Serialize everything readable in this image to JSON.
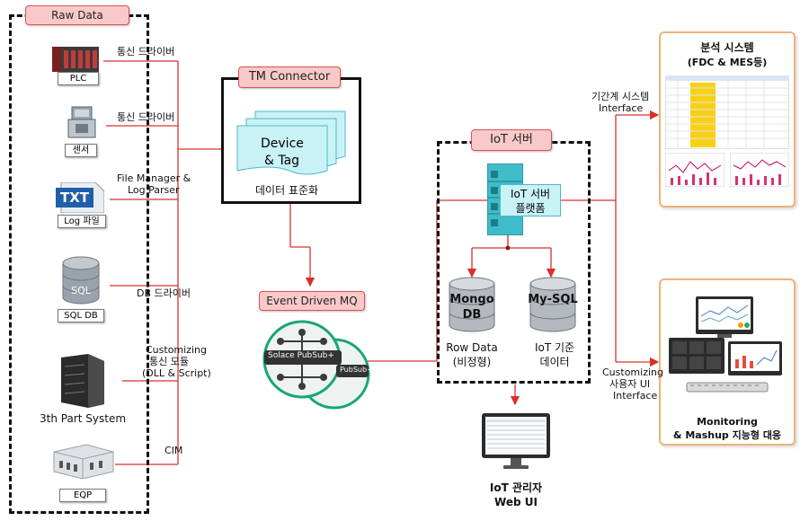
{
  "raw_data": {
    "title": "Raw Data",
    "sources": [
      {
        "label": "PLC",
        "link": "통신 드라이버"
      },
      {
        "label": "센서",
        "link": "통신 드라이버"
      },
      {
        "label": "Log 파일",
        "link_line1": "File Manager &",
        "link_line2": "Log Parser",
        "icon_text": "TXT"
      },
      {
        "label": "SQL DB",
        "link": "DB 드라이버",
        "icon_text": "SQL"
      },
      {
        "label": "3th Part System",
        "link_line1": "Customizing",
        "link_line2": "통신 모듈",
        "link_line3": "(DLL & Script)"
      },
      {
        "label": "EQP",
        "link": "CIM"
      }
    ]
  },
  "tm_connector": {
    "title": "TM Connector",
    "doc_line1": "Device",
    "doc_line2": "& Tag",
    "caption": "데이터 표준화"
  },
  "event_mq": {
    "title": "Event Driven MQ",
    "badge_front": "Solace PubSub+",
    "badge_back": "PubSub+"
  },
  "iot_server": {
    "title": "IoT 서버",
    "platform_line1": "IoT 서버",
    "platform_line2": "플랫폼",
    "db1_line1": "Mongo",
    "db1_line2": "DB",
    "db2": "My-SQL",
    "caption1_line1": "Row Data",
    "caption1_line2": "(비정형)",
    "caption2_line1": "IoT 기준",
    "caption2_line2": "데이터"
  },
  "iot_admin": {
    "line1": "IoT 관리자",
    "line2": "Web UI"
  },
  "analysis": {
    "title_line1": "분석 시스템",
    "title_line2": "(FDC & MES등)",
    "link_line1": "기간계 시스템",
    "link_line2": "Interface"
  },
  "monitoring": {
    "title_line1": "Monitoring",
    "title_line2": "& Mashup 지능형 대응",
    "link_line1": "Customizing",
    "link_line2": "사용자 UI",
    "link_line3": "Interface"
  },
  "colors": {
    "arrow": "#d9302c",
    "pill_bg": "#f9c9c9",
    "doc": "#c9f2f6",
    "accent": "#f0b27a"
  }
}
